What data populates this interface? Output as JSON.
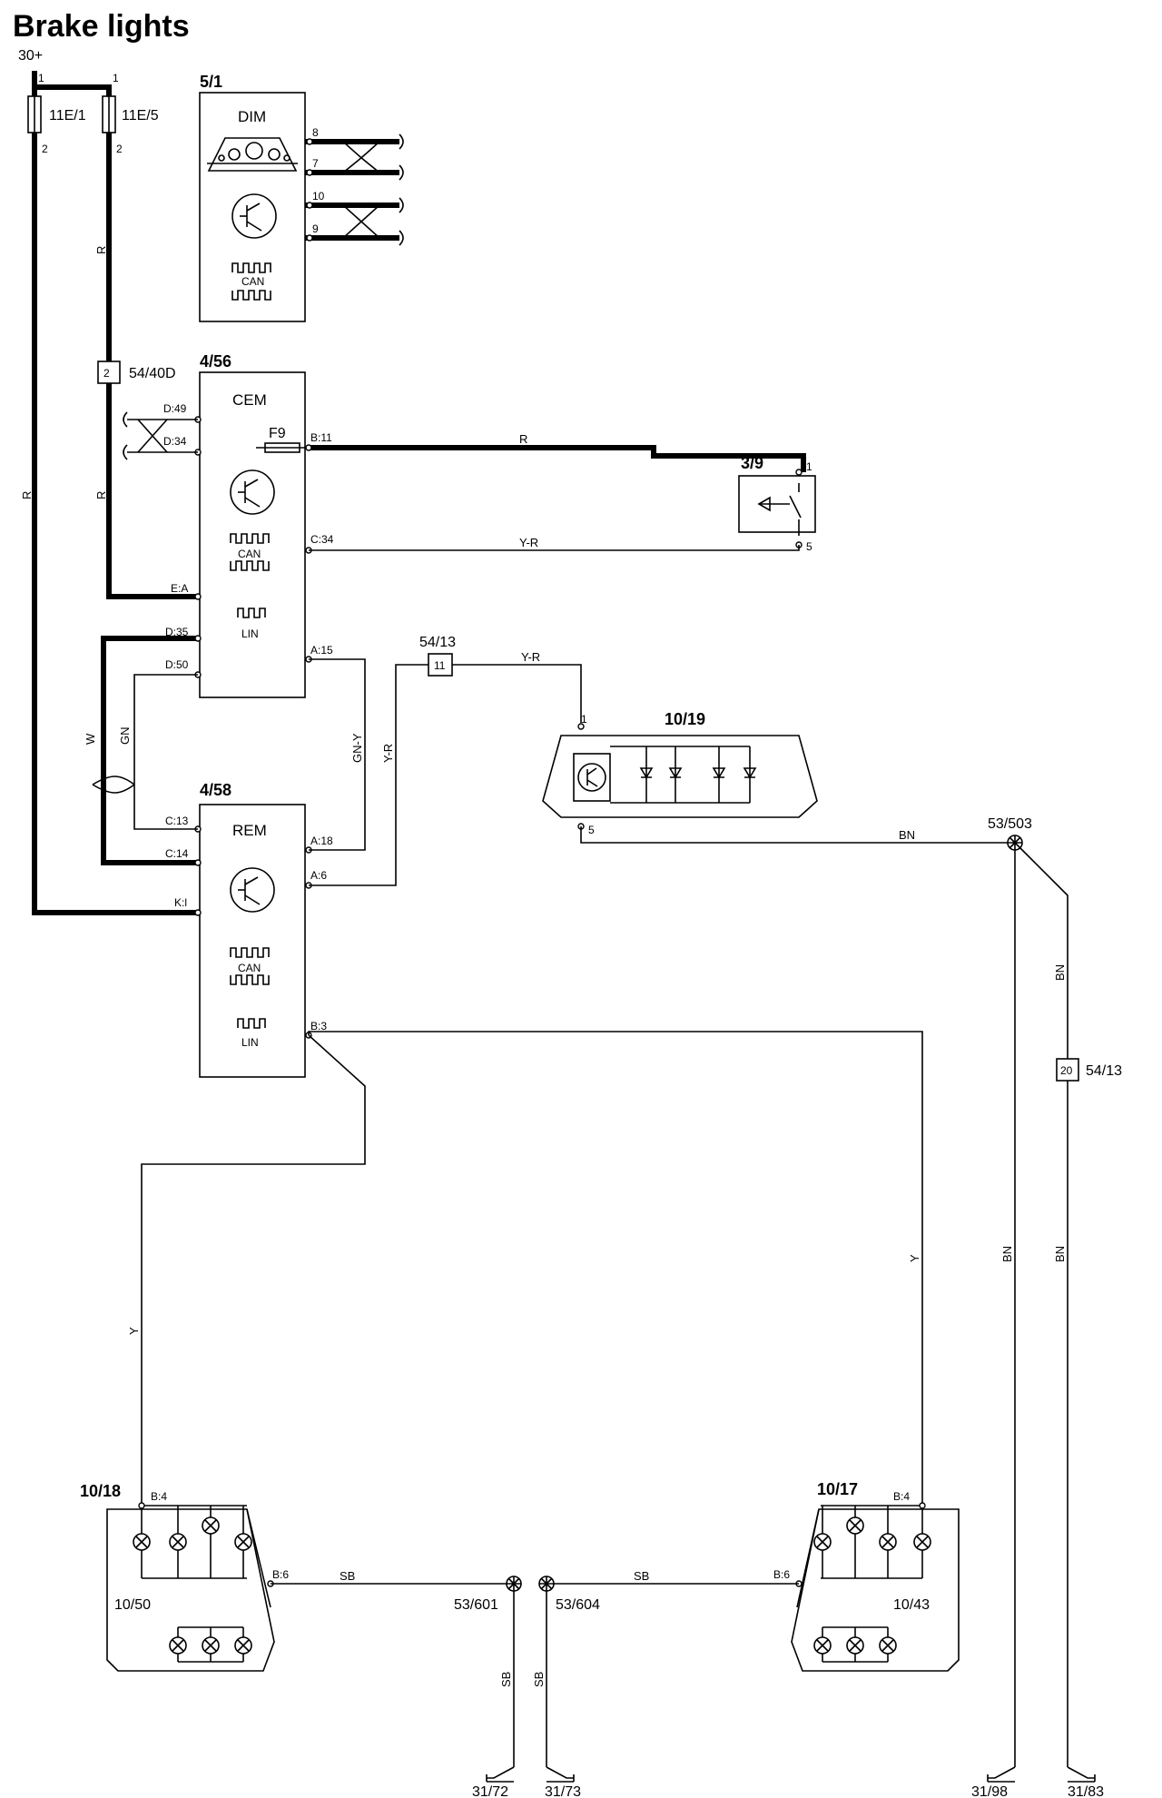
{
  "title": "Brake lights",
  "supply": "30+",
  "fuses": [
    {
      "id": "11E/1",
      "pin_top": "1",
      "pin_bottom": "2"
    },
    {
      "id": "11E/5",
      "pin_top": "1",
      "pin_bottom": "2"
    }
  ],
  "connectors": {
    "c_54_40d": {
      "id": "54/40D",
      "pin": "2"
    },
    "c_54_13_a": {
      "id": "54/13",
      "pin": "11"
    },
    "c_54_13_b": {
      "id": "54/13",
      "pin": "20"
    }
  },
  "dim": {
    "ref": "5/1",
    "name": "DIM",
    "can": "CAN",
    "pins": [
      "8",
      "7",
      "10",
      "9"
    ]
  },
  "cem": {
    "ref": "4/56",
    "name": "CEM",
    "fuse": "F9",
    "can": "CAN",
    "lin": "LIN",
    "pins": {
      "d49": "D:49",
      "d34": "D:34",
      "b11": "B:11",
      "c34": "C:34",
      "ea": "E:A",
      "d35": "D:35",
      "d50": "D:50",
      "a15": "A:15"
    }
  },
  "rem": {
    "ref": "4/58",
    "name": "REM",
    "can": "CAN",
    "lin": "LIN",
    "pins": {
      "c13": "C:13",
      "c14": "C:14",
      "kl": "K:l",
      "a18": "A:18",
      "a6": "A:6",
      "b3": "B:3"
    }
  },
  "brake_switch": {
    "ref": "3/9",
    "pin1": "1",
    "pin5": "5"
  },
  "high_stop": {
    "ref": "10/19",
    "pin1": "1",
    "pin5": "5"
  },
  "lamp_left": {
    "ref": "10/18",
    "inner": "10/50",
    "pin_b4": "B:4",
    "pin_b6": "B:6"
  },
  "lamp_right": {
    "ref": "10/17",
    "inner": "10/43",
    "pin_b4": "B:4",
    "pin_b6": "B:6"
  },
  "splices": {
    "s503": "53/503",
    "s601": "53/601",
    "s604": "53/604"
  },
  "grounds": {
    "g72": "31/72",
    "g73": "31/73",
    "g98": "31/98",
    "g83": "31/83"
  },
  "wire_colors": {
    "r": "R",
    "w": "W",
    "gn": "GN",
    "gn_y": "GN-Y",
    "y_r": "Y-R",
    "bn": "BN",
    "y": "Y",
    "sb": "SB"
  }
}
